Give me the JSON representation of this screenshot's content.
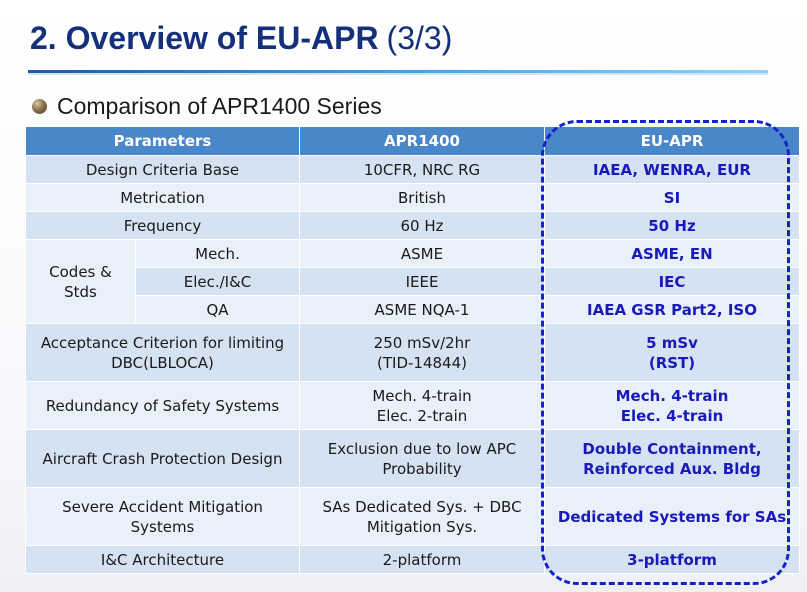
{
  "slide": {
    "title": "2. Overview of EU-APR",
    "title_suffix": "(3/3)",
    "subtitle": "Comparison of APR1400 Series"
  },
  "table": {
    "headers": [
      "Parameters",
      "APR1400",
      "EU-APR"
    ],
    "rows": [
      {
        "param": "Design Criteria Base",
        "apr": "10CFR, NRC RG",
        "eu": "IAEA, WENRA, EUR"
      },
      {
        "param": "Metrication",
        "apr": "British",
        "eu": "SI"
      },
      {
        "param": "Frequency",
        "apr": "60 Hz",
        "eu": "50 Hz"
      },
      {
        "group": "Codes & Stds",
        "param": "Mech.",
        "apr": "ASME",
        "eu": "ASME, EN"
      },
      {
        "param": "Elec./I&C",
        "apr": "IEEE",
        "eu": "IEC"
      },
      {
        "param": "QA",
        "apr": "ASME NQA-1",
        "eu": "IAEA GSR Part2, ISO"
      },
      {
        "param_l1": "Acceptance Criterion for limiting",
        "param_l2": "DBC(LBLOCA)",
        "apr_l1": "250 mSv/2hr",
        "apr_l2": "(TID-14844)",
        "eu_l1": "5 mSv",
        "eu_l2": "(RST)"
      },
      {
        "param": "Redundancy of Safety Systems",
        "apr_l1": "Mech. 4-train",
        "apr_l2": "Elec. 2-train",
        "eu_l1": "Mech. 4-train",
        "eu_l2": "Elec. 4-train"
      },
      {
        "param": "Aircraft Crash Protection Design",
        "apr_l1": "Exclusion due to low APC",
        "apr_l2": "Probability",
        "eu_l1": "Double Containment,",
        "eu_l2": "Reinforced Aux. Bldg"
      },
      {
        "param_l1": "Severe Accident Mitigation",
        "param_l2": "Systems",
        "apr_l1": "SAs Dedicated Sys. + DBC",
        "apr_l2": "Mitigation Sys.",
        "eu": "Dedicated Systems for SAs"
      },
      {
        "param": "I&C Architecture",
        "apr": "2-platform",
        "eu": "3-platform"
      }
    ]
  },
  "colors": {
    "title": "#15307a",
    "header_bg": "#4a87c9",
    "row_bg": "#d5e2f2",
    "row_alt_bg": "#e9f0f9",
    "eu_text": "#1a1ab8",
    "highlight_oval": "#1423c8"
  }
}
